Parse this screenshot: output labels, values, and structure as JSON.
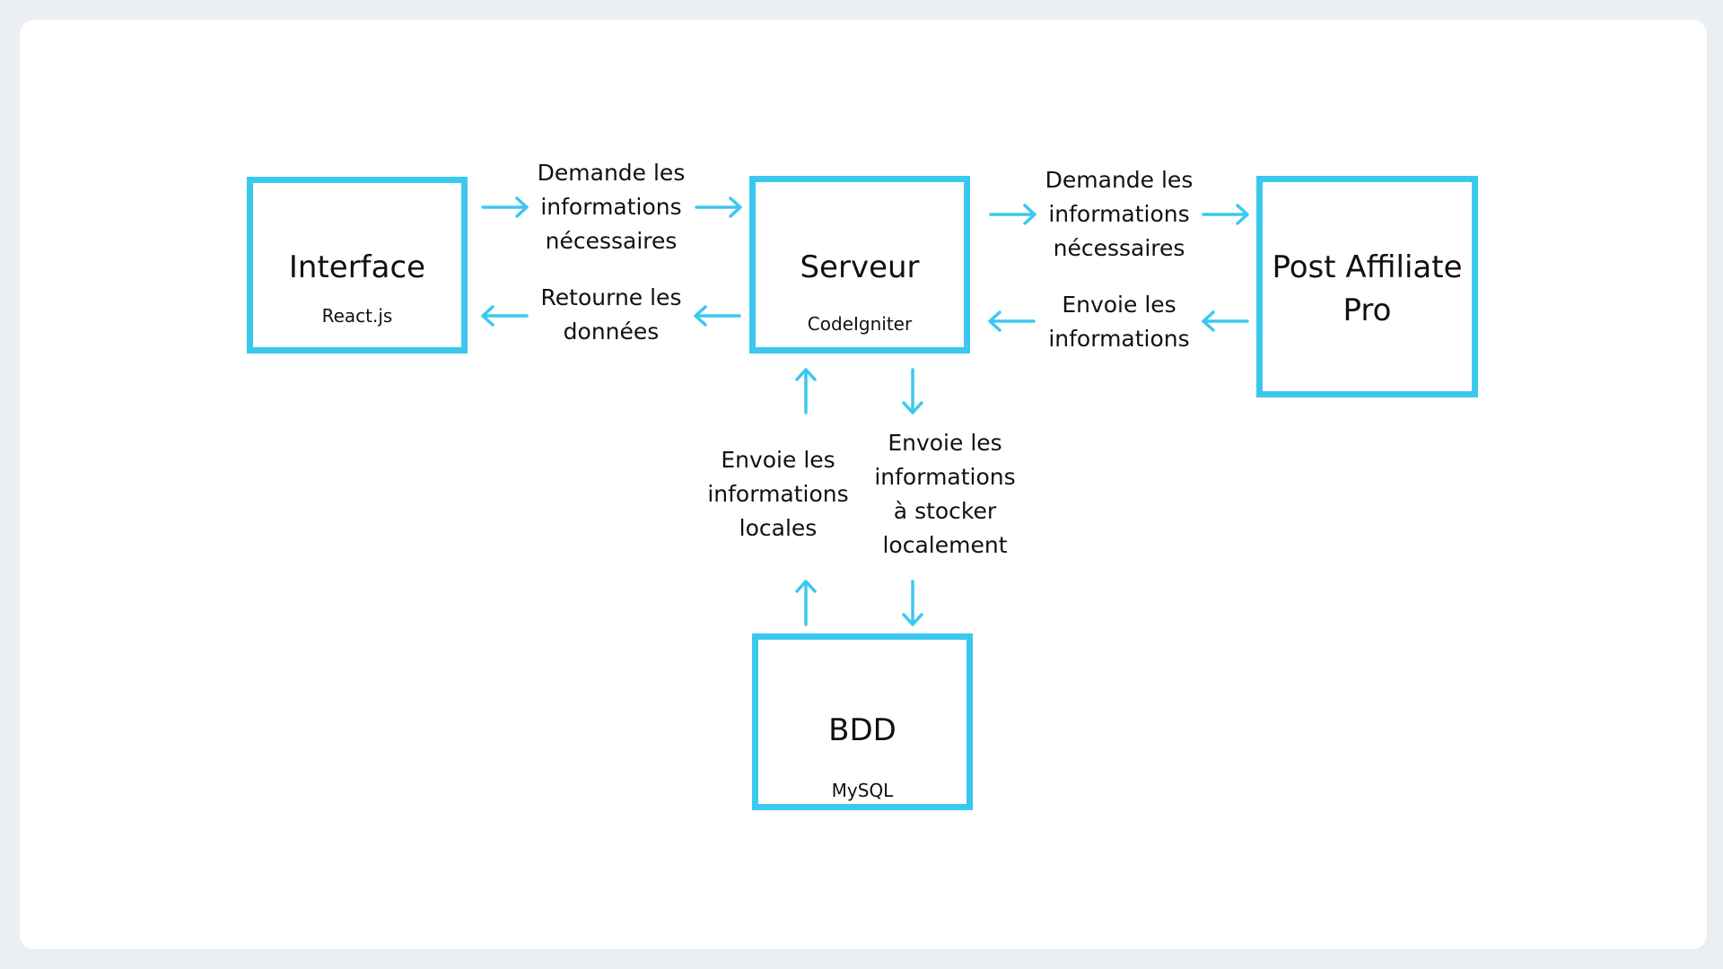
{
  "nodes": {
    "interface": {
      "title": "Interface",
      "subtitle": "React.js"
    },
    "serveur": {
      "title": "Serveur",
      "subtitle": "CodeIgniter"
    },
    "paf": {
      "title": "Post Affiliate\nPro"
    },
    "bdd": {
      "title": "BDD",
      "subtitle": "MySQL"
    }
  },
  "edges": {
    "interface_to_serveur": "Demande les\ninformations\nnécessaires",
    "serveur_to_interface": "Retourne les\ndonnées",
    "serveur_to_paf": "Demande les\ninformations\nnécessaires",
    "paf_to_serveur": "Envoie les\ninformations",
    "bdd_to_serveur": "Envoie les\ninformations\nlocales",
    "serveur_to_bdd": "Envoie les\ninformations\nà stocker\nlocalement"
  },
  "colors": {
    "accent": "#3bc8ee",
    "background": "#ebeff3",
    "card": "#ffffff",
    "text": "#111111"
  }
}
